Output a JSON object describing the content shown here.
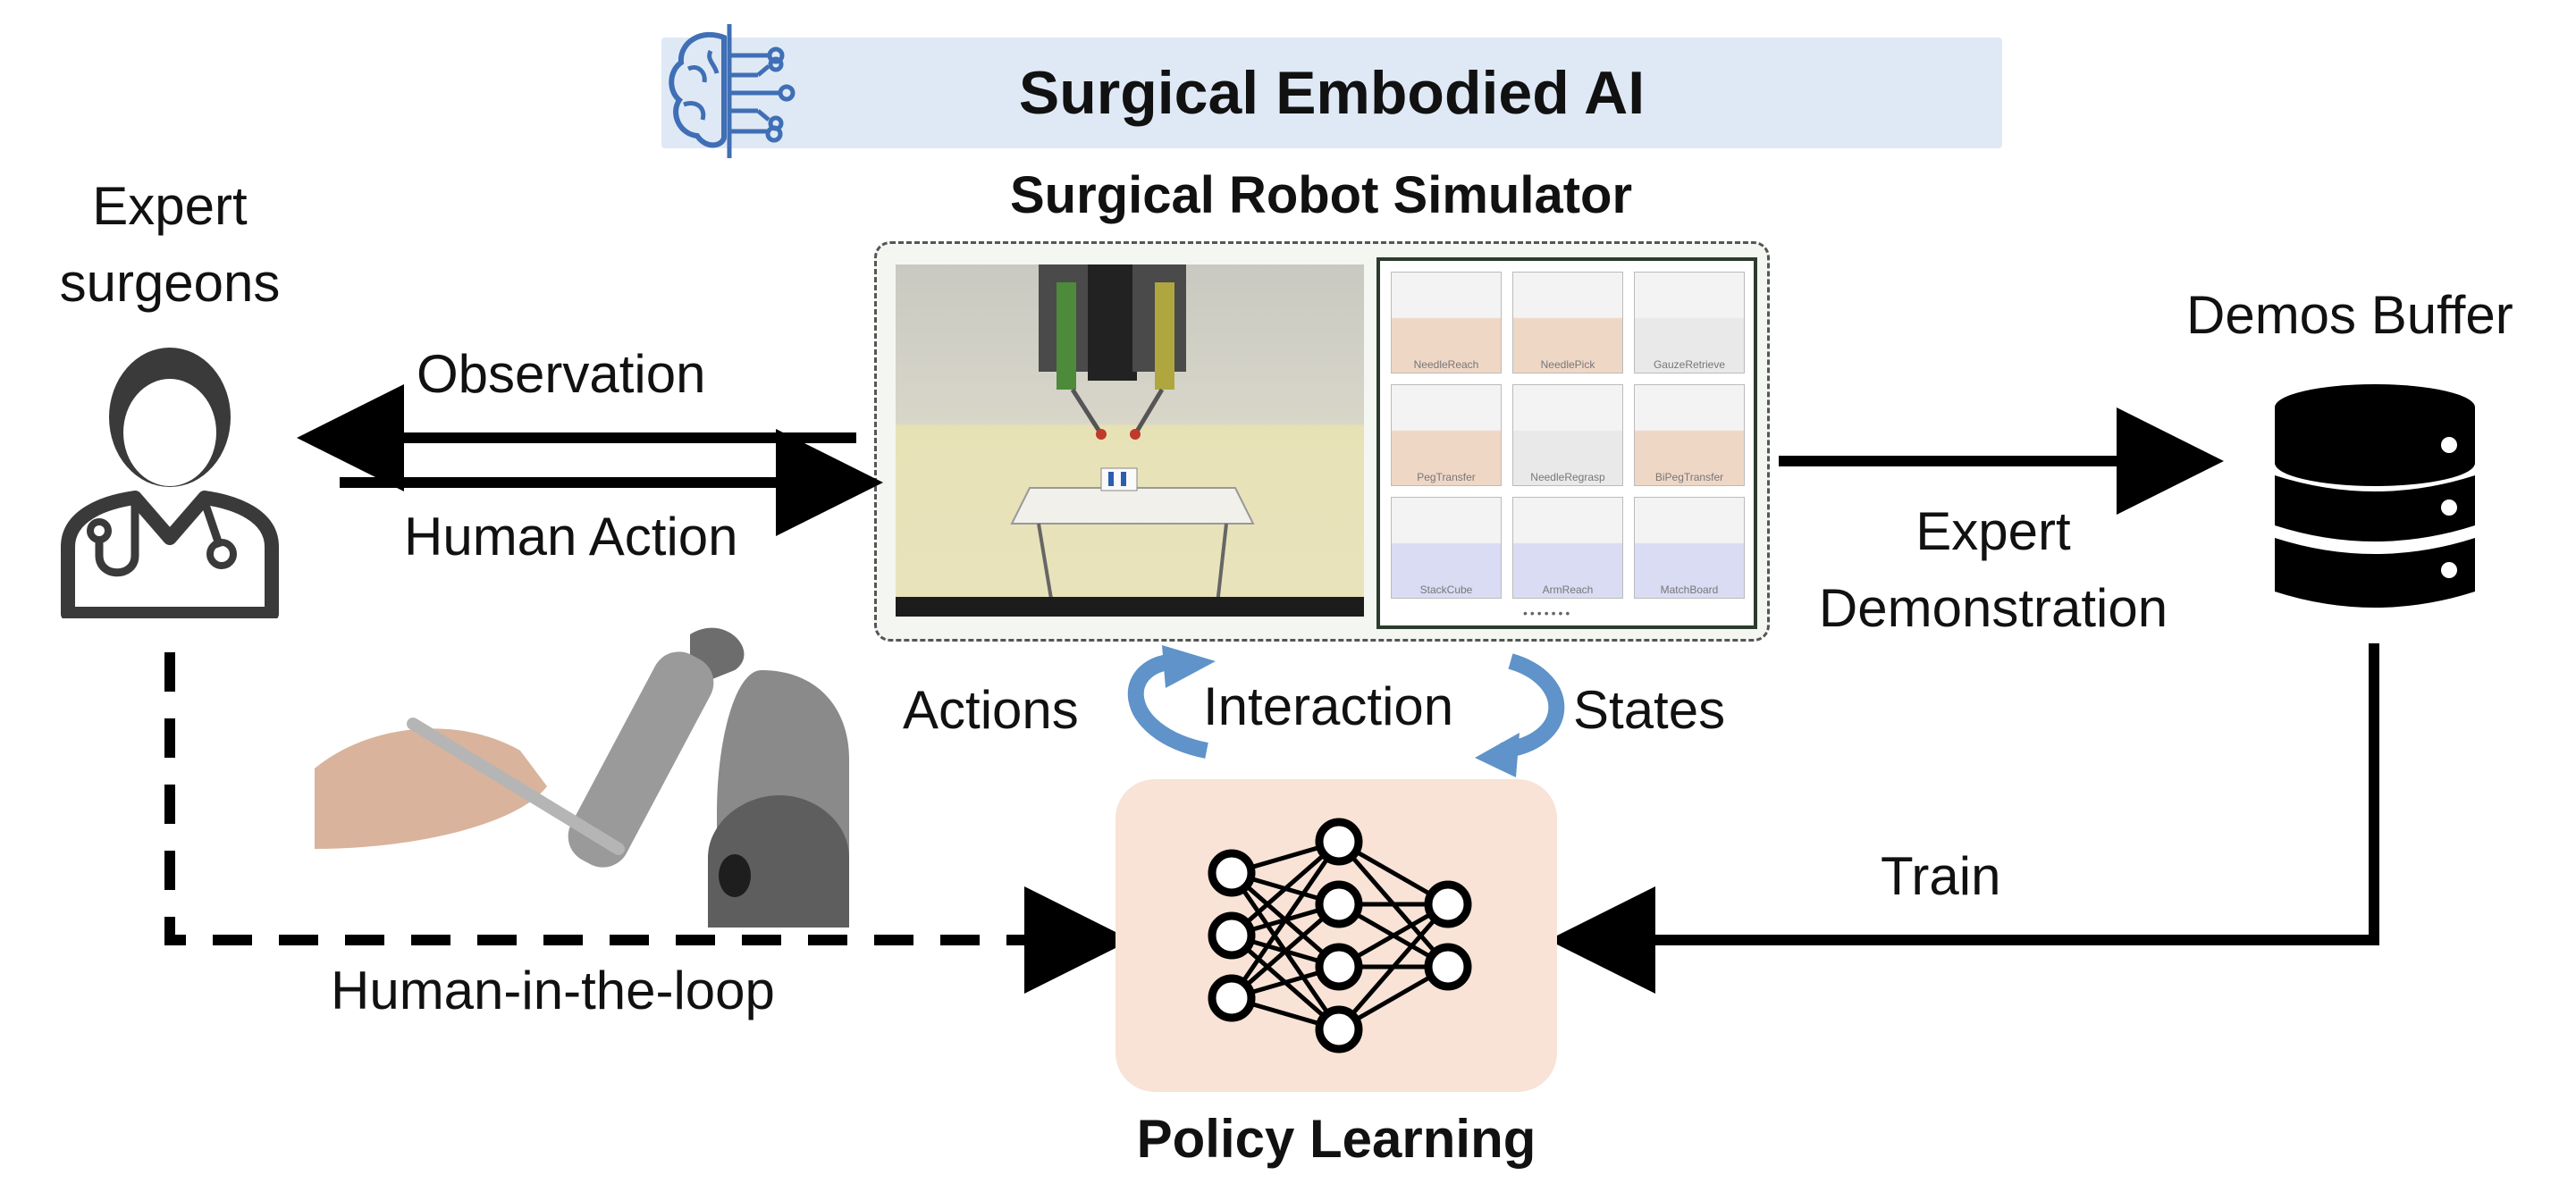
{
  "title": "Surgical Embodied AI",
  "simulator_title": "Surgical Robot Simulator",
  "surgeon_label_line1": "Expert",
  "surgeon_label_line2": "surgeons",
  "observation_label": "Observation",
  "human_action_label": "Human Action",
  "human_in_loop_label": "Human-in-the-loop",
  "actions_label": "Actions",
  "interaction_label": "Interaction",
  "states_label": "States",
  "expert_demo_line1": "Expert",
  "expert_demo_line2": "Demonstration",
  "demos_buffer_label": "Demos Buffer",
  "train_label": "Train",
  "policy_label": "Policy Learning",
  "sim_tasks": [
    "NeedleReach",
    "NeedlePick",
    "GauzeRetrieve",
    "PegTransfer",
    "NeedleRegrasp",
    "BiPegTransfer",
    "StackCube",
    "ArmReach",
    "MatchBoard"
  ],
  "icons": {
    "brain": "brain-circuit-icon",
    "surgeon": "doctor-stethoscope-icon",
    "database": "database-icon",
    "network": "neural-network-icon",
    "cycle": "circular-arrows-icon"
  },
  "colors": {
    "banner": "#dfe9f6",
    "brain": "#3f6fb5",
    "policy_box": "#f8e3d6",
    "cycle_arrows": "#5f93c9",
    "arrows": "#000000"
  }
}
